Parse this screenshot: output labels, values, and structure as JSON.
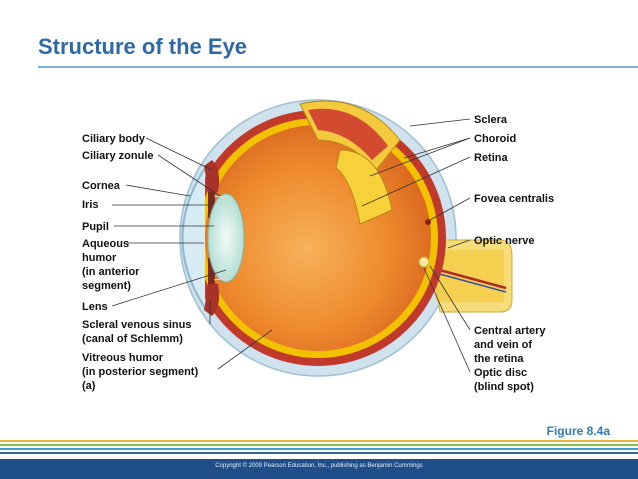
{
  "title": "Structure of the Eye",
  "labels": {
    "ciliary_body": "Ciliary body",
    "ciliary_zonule": "Ciliary zonule",
    "cornea": "Cornea",
    "iris": "Iris",
    "pupil": "Pupil",
    "aqueous_1": "Aqueous",
    "aqueous_2": "humor",
    "aqueous_3": "(in anterior",
    "aqueous_4": "segment)",
    "lens": "Lens",
    "scleral_1": "Scleral venous sinus",
    "scleral_2": "(canal of Schlemm)",
    "vitreous_1": "Vitreous humor",
    "vitreous_2": "(in posterior segment)",
    "panel": "(a)",
    "sclera": "Sclera",
    "choroid": "Choroid",
    "retina": "Retina",
    "fovea": "Fovea centralis",
    "optic_nerve": "Optic nerve",
    "central_1": "Central artery",
    "central_2": "and vein of",
    "central_3": "the retina",
    "optic_disc_1": "Optic disc",
    "optic_disc_2": "(blind spot)"
  },
  "figure_label": "Figure 8.4a",
  "copyright": "Copyright © 2009 Pearson Education, Inc., publishing as Benjamin Cummings",
  "colors": {
    "title": "#2f6aa6",
    "sclera": "#cfe2ee",
    "choroid": "#c0392b",
    "retina": "#f2c200",
    "vitreous": "#e8782a",
    "lens": "#d9f2ec",
    "footer": "#1f4e8a"
  }
}
